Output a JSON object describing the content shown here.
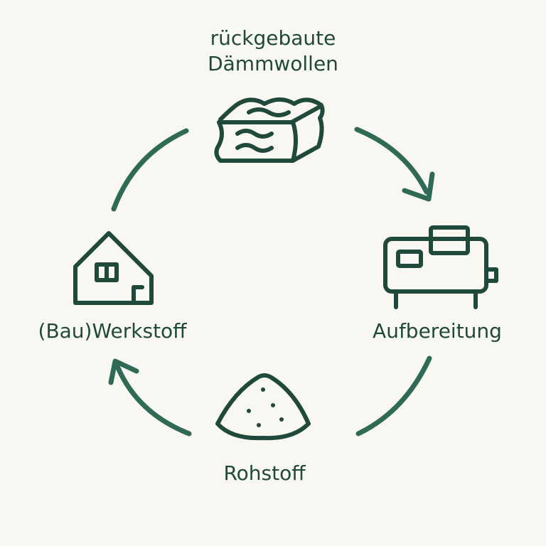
{
  "colors": {
    "icon": "#1f4a3b",
    "arrow": "#2f6a56",
    "background": "#f9f7f2"
  },
  "stages": [
    {
      "id": "demolished-insulation",
      "label_lines": [
        "rückgebaute",
        "Dämmwollen"
      ],
      "icon": "insulation-bale-icon"
    },
    {
      "id": "processing",
      "label": "Aufbereitung",
      "icon": "processing-machine-icon"
    },
    {
      "id": "raw-material",
      "label": "Rohstoff",
      "icon": "powder-pile-icon"
    },
    {
      "id": "building-material",
      "label": "(Bau)Werkstoff",
      "icon": "house-icon"
    }
  ],
  "arrows": [
    {
      "from": "demolished-insulation",
      "to": "processing",
      "arrowhead": true
    },
    {
      "from": "processing",
      "to": "raw-material",
      "arrowhead": false
    },
    {
      "from": "raw-material",
      "to": "building-material",
      "arrowhead": true
    },
    {
      "from": "building-material",
      "to": "demolished-insulation",
      "arrowhead": false
    }
  ]
}
